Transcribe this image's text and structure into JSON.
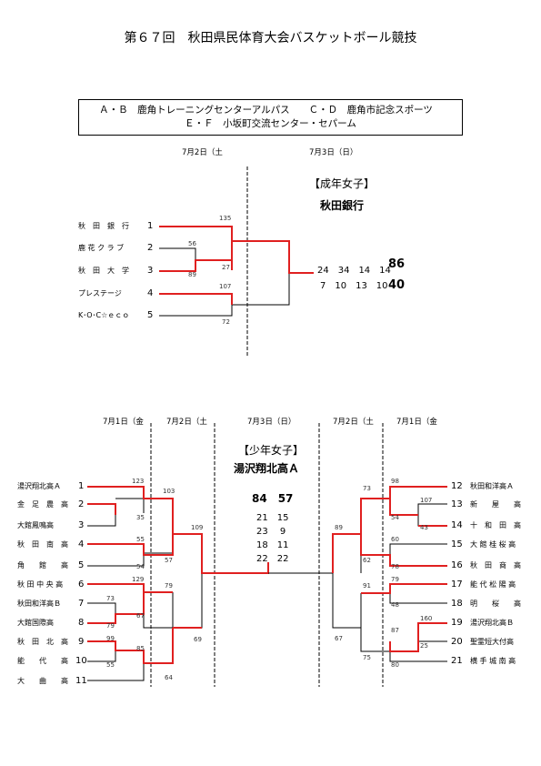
{
  "title": "第６７回　秋田県民体育大会バスケットボール競技",
  "venues": {
    "line1": "Ａ・Ｂ　鹿角トレーニングセンターアルパス　　Ｃ・Ｄ　鹿角市記念スポーツ",
    "line2": "Ｅ・Ｆ　小坂町交流センター・セパーム"
  },
  "women_adult": {
    "dates": [
      "7月2日（土",
      "7月3日（日）"
    ],
    "category": "【成年女子】",
    "champion": "秋田銀行",
    "teams": [
      {
        "name": "秋　田　銀　行",
        "num": "1"
      },
      {
        "name": "鹿 花 ク ラ ブ",
        "num": "2"
      },
      {
        "name": "秋　田　大　学",
        "num": "3"
      },
      {
        "name": "プレステージ",
        "num": "4"
      },
      {
        "name": "K･O･C☆ｅｃｏ",
        "num": "5"
      }
    ],
    "scores": {
      "m1_top": "135",
      "m23_top": "56",
      "m23_bot": "89",
      "m1_bot": "27",
      "m45_top": "107",
      "m45_bot": "72"
    },
    "final": {
      "top_quarters": "24　34　14　14",
      "bot_quarters": "7　10　13　10",
      "top_total": "86",
      "bot_total": "40"
    }
  },
  "boys_youth": {
    "dates_left": [
      "7月1日（金",
      "7月2日（土"
    ],
    "date_center": "7月3日（日）",
    "dates_right": [
      "7月2日（土",
      "7月1日（金"
    ],
    "category": "【少年女子】",
    "champion": "湯沢翔北高Ａ",
    "final_total": "84　57",
    "final_quarters": [
      "21　15",
      "23　 9",
      "18　11",
      "22　22"
    ],
    "left_teams": [
      {
        "name": "湯沢翔北高Ａ",
        "num": "1"
      },
      {
        "name": "金　足　農　高",
        "num": "2"
      },
      {
        "name": "大館鳳鳴高",
        "num": "3"
      },
      {
        "name": "秋　田　南　高",
        "num": "4"
      },
      {
        "name": "角　　館　　高",
        "num": "5"
      },
      {
        "name": "秋 田 中 央 高",
        "num": "6"
      },
      {
        "name": "秋田和洋高Ｂ",
        "num": "7"
      },
      {
        "name": "大館国際高",
        "num": "8"
      },
      {
        "name": "秋　田　北　高",
        "num": "9"
      },
      {
        "name": "能　　代　　高",
        "num": "10"
      },
      {
        "name": "大　　曲　　高",
        "num": "11"
      }
    ],
    "right_teams": [
      {
        "name": "秋田和洋高Ａ",
        "num": "12"
      },
      {
        "name": "新　　屋　　高",
        "num": "13"
      },
      {
        "name": "十　和　田　高",
        "num": "14"
      },
      {
        "name": "大 館 桂 桜 高",
        "num": "15"
      },
      {
        "name": "秋　田　商　高",
        "num": "16"
      },
      {
        "name": "能 代 松 陽 高",
        "num": "17"
      },
      {
        "name": "明　　桜　　高",
        "num": "18"
      },
      {
        "name": "湯沢翔北高Ｂ",
        "num": "19"
      },
      {
        "name": "聖霊短大付高",
        "num": "20"
      },
      {
        "name": "横 手 城 南 高",
        "num": "21"
      }
    ],
    "scores": {
      "l_123": "123",
      "l_35": "35",
      "l_55": "55",
      "l_54": "54",
      "l_129": "129",
      "l_73": "73",
      "l_79": "79",
      "l_67": "67",
      "l_99": "99",
      "l_55b": "55",
      "l_85": "85",
      "l_103": "103",
      "l_57": "57",
      "l_109": "109",
      "l_79b": "79",
      "l_64": "64",
      "l_69": "69",
      "r_98": "98",
      "r_107": "107",
      "r_54": "54",
      "r_43": "43",
      "r_73": "73",
      "r_60": "60",
      "r_78": "78",
      "r_62": "62",
      "r_89": "89",
      "r_79": "79",
      "r_48": "48",
      "r_91": "91",
      "r_160": "160",
      "r_25": "25",
      "r_87": "87",
      "r_80": "80",
      "r_75": "75",
      "r_67": "67"
    }
  }
}
